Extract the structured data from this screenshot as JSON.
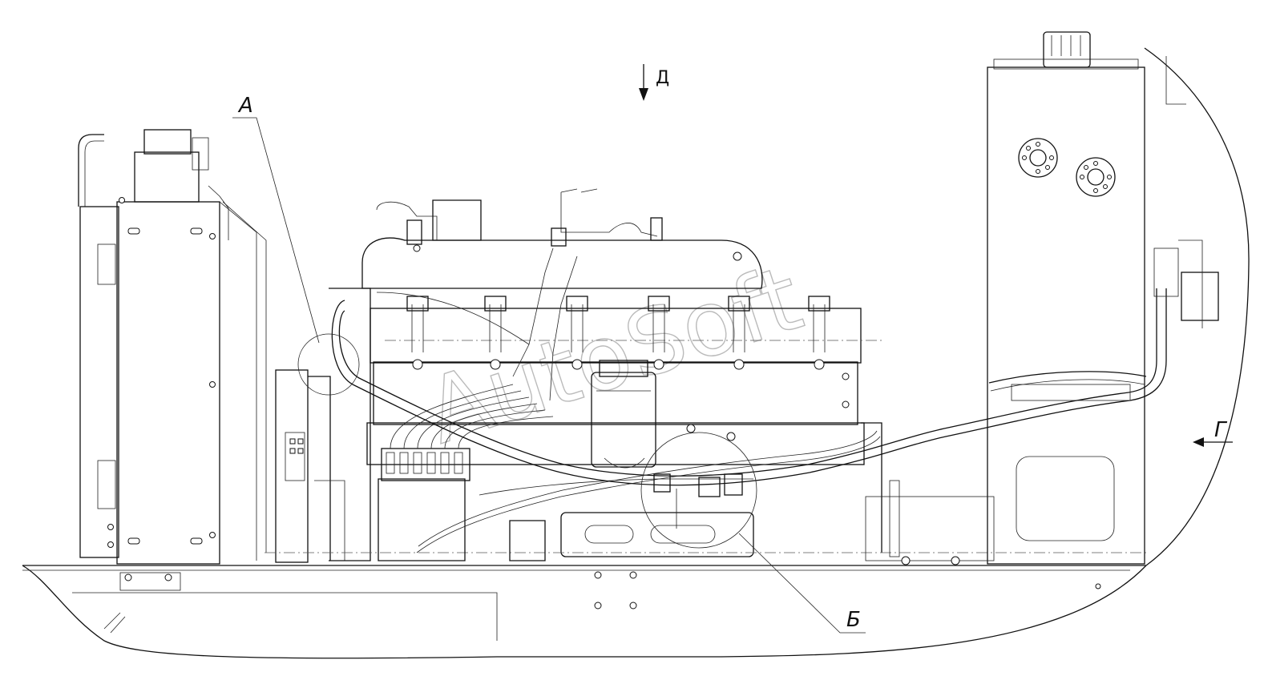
{
  "callouts": {
    "a": "А",
    "b": "Б",
    "g": "Г",
    "d": "Д"
  },
  "watermark": "AutoSoft"
}
